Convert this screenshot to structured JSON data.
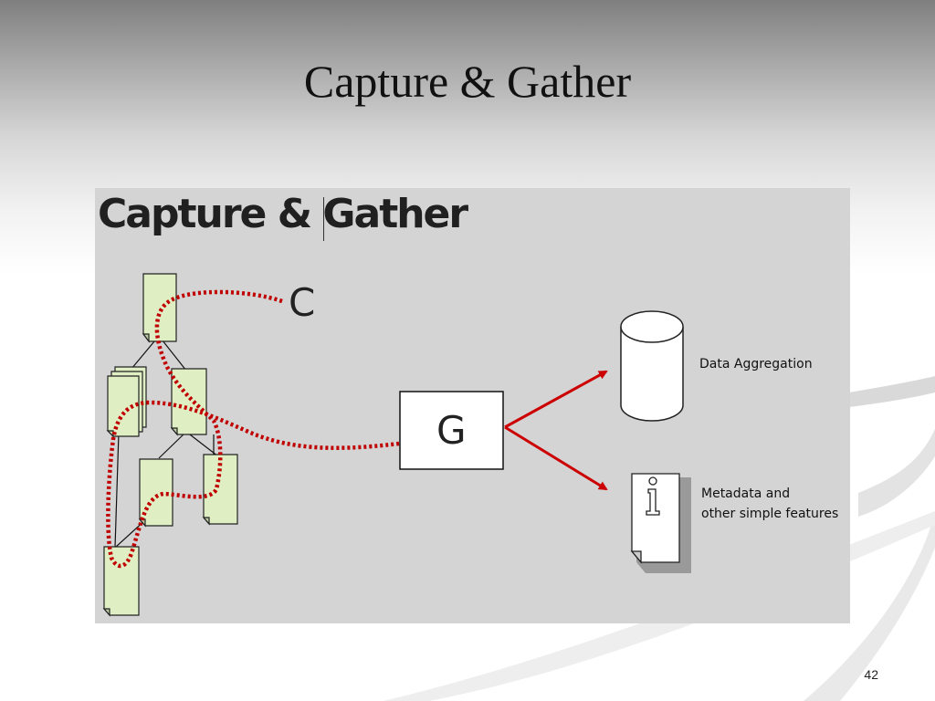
{
  "slide": {
    "title": "Capture & Gather",
    "page_number": "42"
  },
  "figure": {
    "title": "Capture & Gather",
    "capture_letter": "C",
    "gather_letter": "G",
    "data_aggregation_label": "Data Aggregation",
    "metadata_label_line1": "Metadata and",
    "metadata_label_line2": "other simple features",
    "colors": {
      "document_fill": "#dfeec3",
      "dotted_path": "#c00000",
      "arrow": "#cc0000",
      "figure_background": "#d4d4d4"
    },
    "icons": [
      "document-icon",
      "database-cylinder-icon",
      "info-document-icon"
    ]
  }
}
